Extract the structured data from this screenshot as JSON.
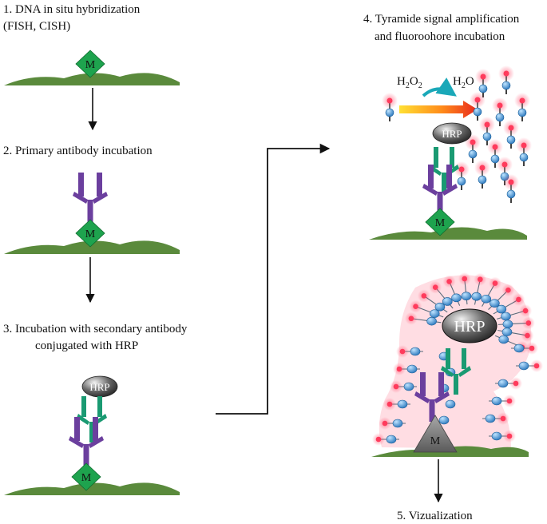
{
  "steps": {
    "s1_line1": "1. DNA in situ hybridization",
    "s1_line2": "(FISH, CISH)",
    "s2": "2. Primary antibody incubation",
    "s3_line1": "3. Incubation with secondary antibody",
    "s3_line2": "conjugated with HRP",
    "s4_line1": "4. Tyramide signal amplification",
    "s4_line2": "and fluoroohore incubation",
    "s5": "5. Vizualization"
  },
  "reaction": {
    "h2o2_main": "H",
    "h2o2_sub1": "2",
    "h2o2_mid": "O",
    "h2o2_sub2": "2",
    "h2o_main": "H",
    "h2o_sub": "2",
    "h2o_end": "O"
  },
  "labels": {
    "marker": "M",
    "enzyme": "HRP"
  },
  "colors": {
    "ground": "#5a8a3c",
    "marker": "#1ea34e",
    "primary_antibody": "#6b3f9e",
    "secondary_antibody": "#1a9a72",
    "hrp": "#3f3f3f",
    "tyramide": "#2d8fd5",
    "fluorophore": "#ff3b5c"
  }
}
